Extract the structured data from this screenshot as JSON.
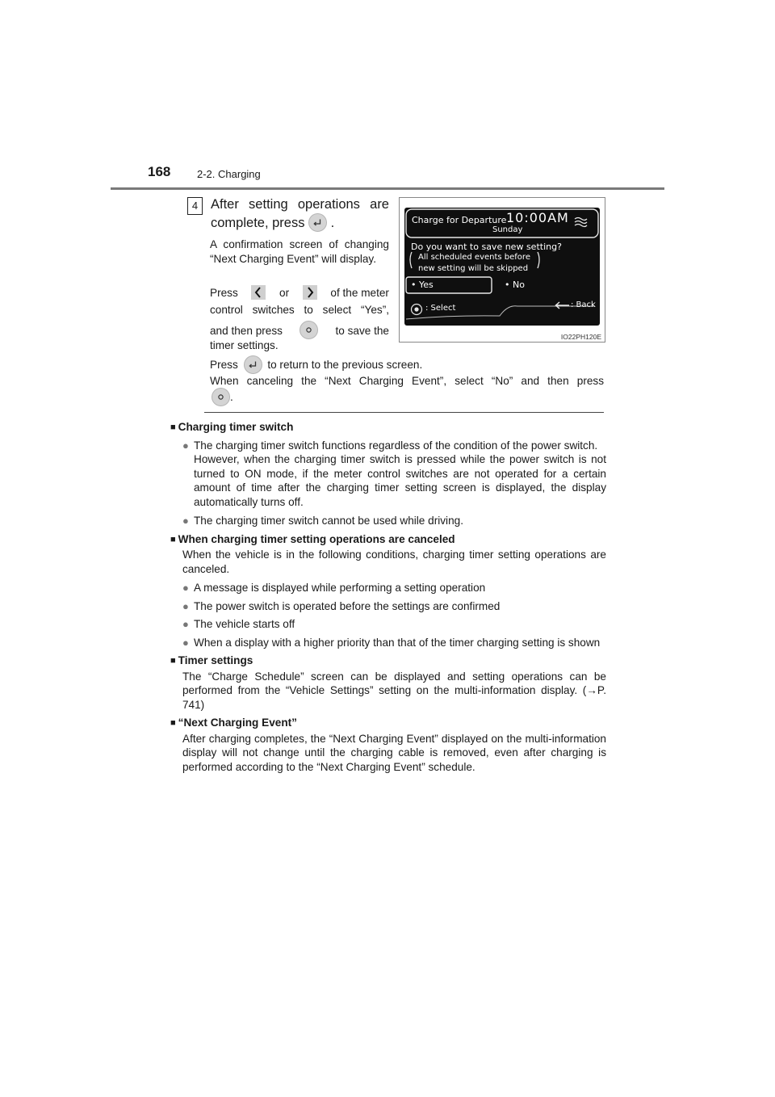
{
  "header": {
    "page_number": "168",
    "section": "2-2. Charging"
  },
  "step": {
    "number": "4",
    "lead_1": "After setting operations are",
    "lead_2a": "complete, press",
    "lead_2b": ".",
    "confirm": "A confirmation screen of changing “Next Charging Event” will display.",
    "press_line1_a": "Press",
    "press_line1_b": "or",
    "press_line1_c": "of the meter",
    "press_line2": "control switches to select “Yes”,",
    "press_line3_a": "and then press",
    "press_line3_b": "to save the",
    "press_line4": "timer settings.",
    "back_a": "Press",
    "back_b": "to return to the previous screen.",
    "cancel": "When canceling the “Next Charging Event”, select “No” and then press",
    "cancel_end": "."
  },
  "figure": {
    "title": "Charge for Departure",
    "time": "10:00AM",
    "day": "Sunday",
    "question": "Do you want to save new setting?",
    "note_1": "All scheduled events before",
    "note_2": "new setting will be skipped",
    "yes": "• Yes",
    "no": "• No",
    "select": ": Select",
    "back": ": Back",
    "code": "IO22PH120E"
  },
  "notes": {
    "timer_switch": {
      "heading": "Charging timer switch",
      "b1_a": "The charging timer switch functions regardless of the condition of the power switch.",
      "b1_b": "However, when the charging timer switch is pressed while the power switch is not turned to ON mode, if the meter control switches are not operated for a certain amount of time after the charging timer setting screen is displayed, the display automatically turns off.",
      "b2": "The charging timer switch cannot be used while driving."
    },
    "canceled": {
      "heading": "When charging timer setting operations are canceled",
      "intro": "When the vehicle is in the following conditions, charging timer setting operations are canceled.",
      "b1": "A message is displayed while performing a setting operation",
      "b2": "The power switch is operated before the settings are confirmed",
      "b3": "The vehicle starts off",
      "b4": "When a display with a higher priority than that of the timer charging setting is shown"
    },
    "timer_settings": {
      "heading": "Timer settings",
      "text": "The “Charge Schedule” screen can be displayed and setting operations can be performed from the “Vehicle Settings” setting on the multi-information display. (→P. 741)"
    },
    "next_event": {
      "heading": "“Next Charging Event”",
      "text": "After charging completes, the “Next Charging Event” displayed on the multi-information display will not change until the charging cable is removed, even after charging is performed according to the “Next Charging Event” schedule."
    }
  }
}
